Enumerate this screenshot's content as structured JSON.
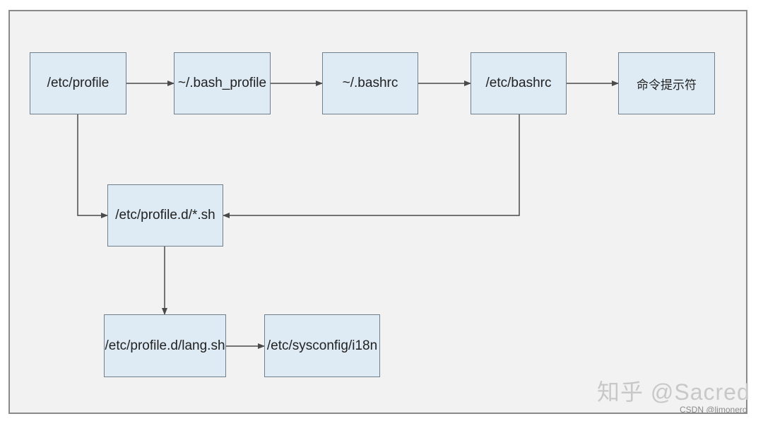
{
  "diagram": {
    "nodes": [
      {
        "id": "etc_profile",
        "label": "/etc/profile"
      },
      {
        "id": "bash_profile",
        "label": "~/.bash_profile"
      },
      {
        "id": "bashrc_home",
        "label": "~/.bashrc"
      },
      {
        "id": "etc_bashrc",
        "label": "/etc/bashrc"
      },
      {
        "id": "prompt",
        "label": "命令提示符"
      },
      {
        "id": "profile_d",
        "label": "/etc/profile.d/*.sh"
      },
      {
        "id": "lang_sh",
        "label": "/etc/profile.d/lang.sh"
      },
      {
        "id": "i18n",
        "label": "/etc/sysconfig/i18n"
      }
    ],
    "edges": [
      {
        "from": "etc_profile",
        "to": "bash_profile"
      },
      {
        "from": "bash_profile",
        "to": "bashrc_home"
      },
      {
        "from": "bashrc_home",
        "to": "etc_bashrc"
      },
      {
        "from": "etc_bashrc",
        "to": "prompt"
      },
      {
        "from": "etc_profile",
        "to": "profile_d"
      },
      {
        "from": "etc_bashrc",
        "to": "profile_d"
      },
      {
        "from": "profile_d",
        "to": "lang_sh"
      },
      {
        "from": "lang_sh",
        "to": "i18n"
      }
    ]
  },
  "watermark": "知乎 @Sacred",
  "credit": "CSDN @limonero"
}
